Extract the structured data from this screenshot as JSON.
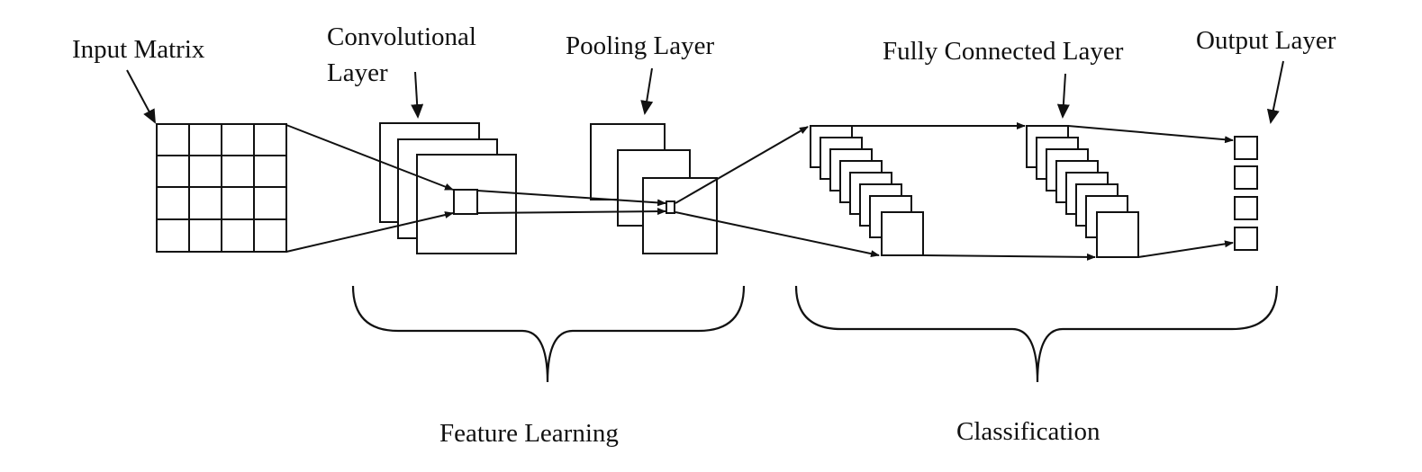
{
  "labels": {
    "input_matrix": "Input Matrix",
    "conv_line1": "Convolutional",
    "conv_line2": "Layer",
    "pooling": "Pooling Layer",
    "fully_connected": "Fully Connected Layer",
    "output": "Output Layer",
    "feature_learning": "Feature Learning",
    "classification": "Classification"
  },
  "colors": {
    "ink": "#111111",
    "background": "#ffffff"
  }
}
